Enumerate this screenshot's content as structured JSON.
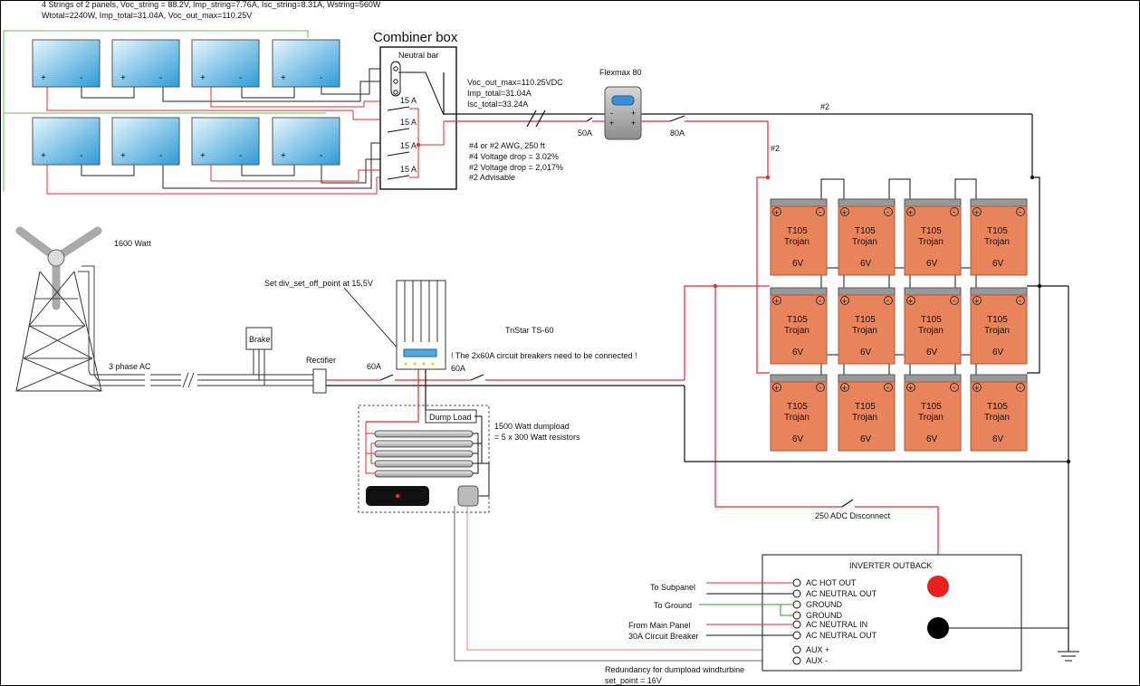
{
  "header": {
    "line1": "4 Strings of 2 panels, Voc_string = 88.2V, Imp_string=7.76A, Isc_string=8.31A, Wstring=560W",
    "line2": "Wtotal=2240W, Imp_total=31.04A, Voc_out_max=110.25V"
  },
  "panel": {
    "plus": "+",
    "minus": "-"
  },
  "combiner": {
    "title": "Combiner box",
    "neutral": "Neutral bar",
    "fuses": [
      "15 A",
      "15 A",
      "15 A",
      "15 A"
    ]
  },
  "array_info": [
    "Voc_out_max=110.25VDC",
    "Imp_total=31.04A",
    "Isc_total=33.24A"
  ],
  "wire_info": [
    "#4 or  #2 AWG, 250 ft",
    "#4 Voltage drop = 3.02%",
    "#2 Voltage drop = 2,017%",
    "#2 Advisable"
  ],
  "flexmax": {
    "title": "Flexmax 80",
    "minus": "-",
    "plus": "+",
    "breaker_in": "50A",
    "breaker_out": "80A"
  },
  "wire_gauge": [
    "#2",
    "#2"
  ],
  "battery": {
    "model": "T105",
    "brand": "Trojan",
    "voltage": "6V",
    "pos": "+",
    "neg": "-"
  },
  "wind": {
    "power": "1600 Watt",
    "ac": "3 phase AC",
    "brake": "Brake",
    "rectifier": "Rectifier",
    "setpoint": "Set div_set_off_point at 15,5V",
    "controller": "TriStar TS-60",
    "warning": "! The 2x60A circuit breakers need to be connected !",
    "breaker1": "60A",
    "breaker2": "60A"
  },
  "dumpload": {
    "label": "Dump Load",
    "desc1": "1500 Watt dumpload",
    "desc2": "= 5 x 300 Watt resistors"
  },
  "disconnect": "250 ADC Disconnect",
  "inverter": {
    "title": "INVERTER OUTBACK",
    "terminals": [
      "AC HOT OUT",
      "AC NEUTRAL OUT",
      "GROUND",
      "GROUND",
      "AC NEUTRAL IN",
      "AC NEUTRAL OUT",
      "AUX +",
      "AUX -"
    ],
    "labels": [
      "To Subpanel",
      "To Ground",
      "From Main Panel",
      "30A Circuit Breaker"
    ],
    "redundancy1": "Redundancy for dumpload windturbine",
    "redundancy2": "set_point = 16V"
  },
  "colors": {
    "red": "#e32b2b",
    "battery": "#e8845c",
    "battery_edge": "#b8552e",
    "panel": "#4fa9dd",
    "green": "#2c9a2c"
  }
}
